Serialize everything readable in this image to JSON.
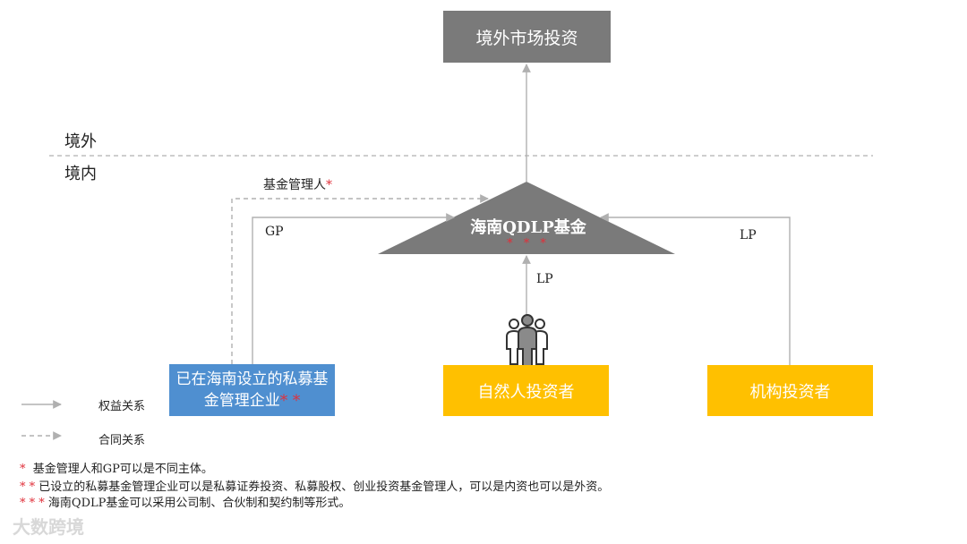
{
  "zones": {
    "overseas": "境外",
    "domestic": "境内"
  },
  "nodes": {
    "overseas_market": "境外市场投资",
    "fund": {
      "title": "海南QDLP基金",
      "stars": "* * *"
    },
    "private_manager": {
      "text": "已在海南设立的私募基金管理企业",
      "stars": "* *"
    },
    "natural_investor": "自然人投资者",
    "institutional_investor": "机构投资者"
  },
  "edges": {
    "fund_manager": {
      "text": "基金管理人",
      "star": "*"
    },
    "gp": "GP",
    "lp_natural": "LP",
    "lp_institutional": "LP"
  },
  "legend": {
    "equity": "权益关系",
    "contract": "合同关系"
  },
  "notes": [
    {
      "stars": "*",
      "text": "基金管理人和GP可以是不同主体。"
    },
    {
      "stars": "* *",
      "text": "已设立的私募基金管理企业可以是私募证券投资、私募股权、创业投资基金管理人，可以是内资也可以是外资。"
    },
    {
      "stars": "* * *",
      "text": "海南QDLP基金可以采用公司制、合伙制和契约制等形式。"
    }
  ],
  "watermark": "大数跨境",
  "colors": {
    "gray_box": "#7a7a7a",
    "blue_box": "#4f8fd0",
    "yellow_box": "#ffc000",
    "line": "#b0b0b0",
    "star": "#e0303a"
  }
}
